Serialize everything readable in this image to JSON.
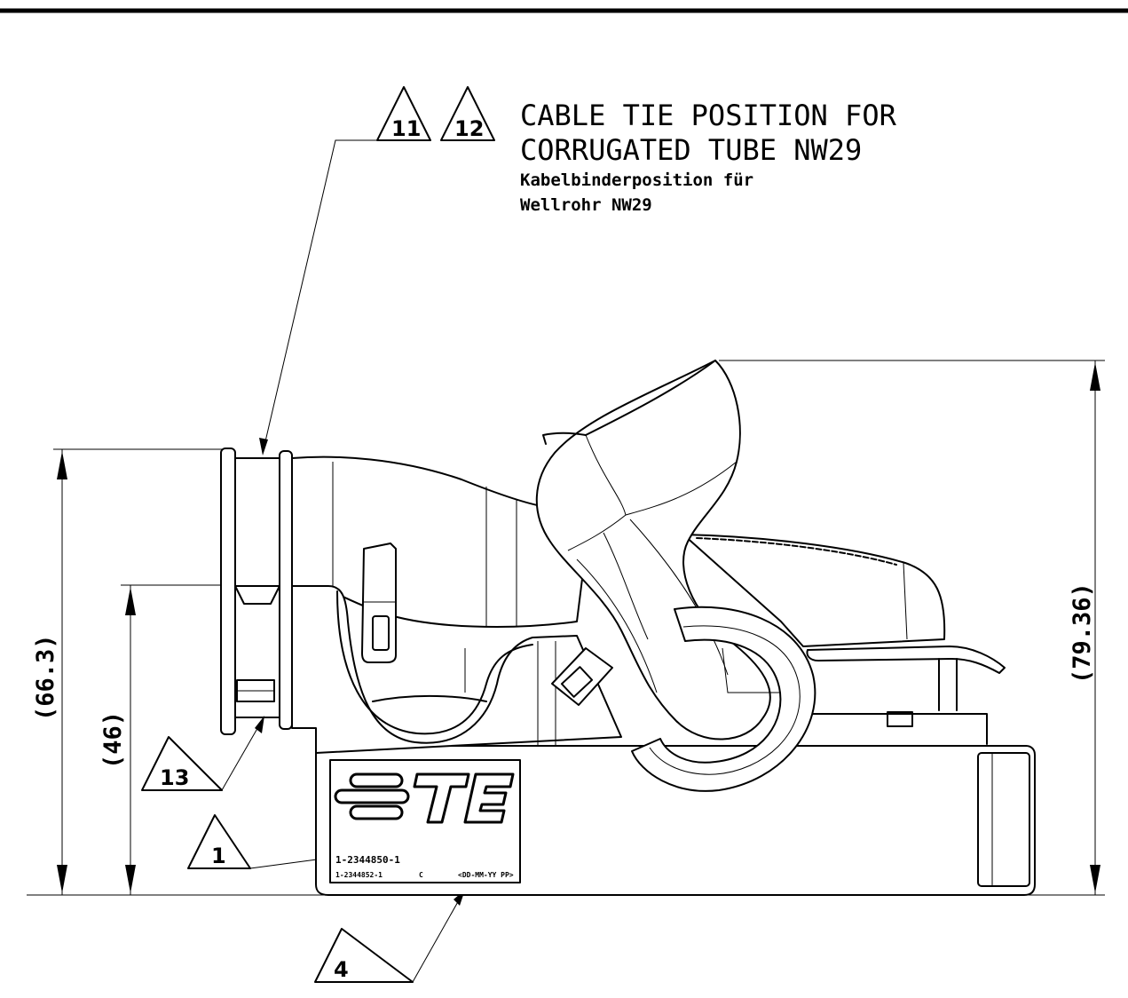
{
  "note": {
    "en_line1": "CABLE TIE POSITION FOR",
    "en_line2": "CORRUGATED TUBE NW29",
    "de_line1": "Kabelbinderposition für",
    "de_line2": "Wellrohr NW29"
  },
  "callouts": {
    "c11": "11",
    "c12": "12",
    "c13": "13",
    "c1": "1",
    "c4": "4"
  },
  "dimensions": {
    "left_overall": "(66.3)",
    "left_inner": "(46)",
    "right_overall": "(79.36)"
  },
  "label_plate": {
    "logo": "TE",
    "part_number": "1-2344850-1",
    "part_number_small": "1-2344852-1",
    "revision": "C",
    "date_code": "<DD-MM-YY PP>"
  },
  "colors": {
    "line": "#000000",
    "background": "#ffffff"
  }
}
